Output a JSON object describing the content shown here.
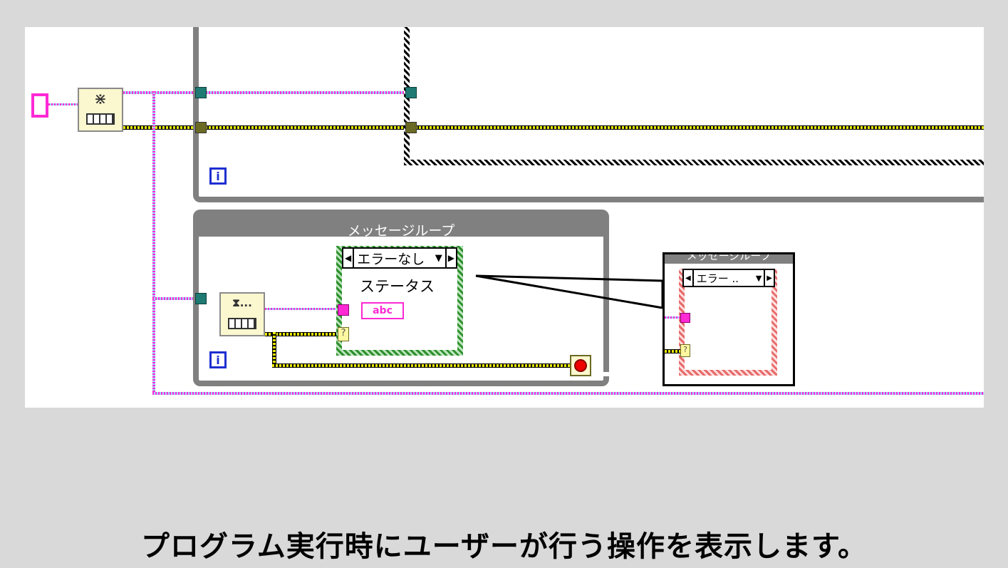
{
  "top_loop": {
    "iteration_label": "i"
  },
  "message_loop": {
    "title": "メッセージループ",
    "iteration_label": "i",
    "case_selector": "エラーなし",
    "case_selector_left_arrow": "◀",
    "case_selector_dropdown": "▼",
    "case_selector_right_arrow": "▶",
    "status_label": "ステータス",
    "string_indicator": "abc",
    "error_selector_terminal": "?",
    "dequeue_node_glyph": "⧗...",
    "stop_icon": "stop-icon"
  },
  "callout": {
    "title": "メッセージループ",
    "case_selector": "エラー ..",
    "error_selector_terminal": "?"
  },
  "obtain_queue_node": {
    "glyph": "⋇"
  },
  "caption": "プログラム実行時にユーザーが行う操作を表示します。",
  "colors": {
    "string_wire": "#ff2ad4",
    "error_wire": "#e8e800",
    "frame_gray": "#808080",
    "iteration_blue": "#1e2fd0",
    "callout_case_hatch": "#e76b6b"
  }
}
